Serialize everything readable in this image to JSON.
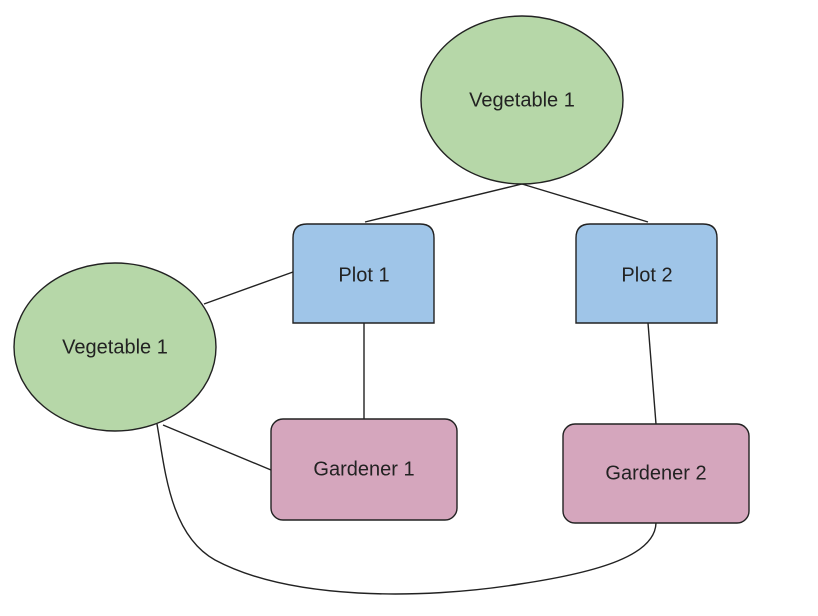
{
  "colors": {
    "vegetable": "#b6d7a8",
    "plot": "#9fc5e8",
    "gardener": "#d5a6bd",
    "stroke": "#222222",
    "background": "#ffffff"
  },
  "nodes": {
    "vegetable_top": {
      "label": "Vegetable 1",
      "kind": "vegetable",
      "shape": "ellipse"
    },
    "vegetable_left": {
      "label": "Vegetable 1",
      "kind": "vegetable",
      "shape": "ellipse"
    },
    "plot_1": {
      "label": "Plot 1",
      "kind": "plot",
      "shape": "tab-rectangle"
    },
    "plot_2": {
      "label": "Plot 2",
      "kind": "plot",
      "shape": "tab-rectangle"
    },
    "gardener_1": {
      "label": "Gardener 1",
      "kind": "gardener",
      "shape": "rounded-rectangle"
    },
    "gardener_2": {
      "label": "Gardener 2",
      "kind": "gardener",
      "shape": "rounded-rectangle"
    }
  },
  "edges": [
    {
      "from": "vegetable_top",
      "to": "plot_1"
    },
    {
      "from": "vegetable_top",
      "to": "plot_2"
    },
    {
      "from": "vegetable_left",
      "to": "plot_1"
    },
    {
      "from": "plot_1",
      "to": "gardener_1"
    },
    {
      "from": "plot_2",
      "to": "gardener_2"
    },
    {
      "from": "vegetable_left",
      "to": "gardener_1"
    },
    {
      "from": "vegetable_left",
      "to": "gardener_2"
    }
  ]
}
